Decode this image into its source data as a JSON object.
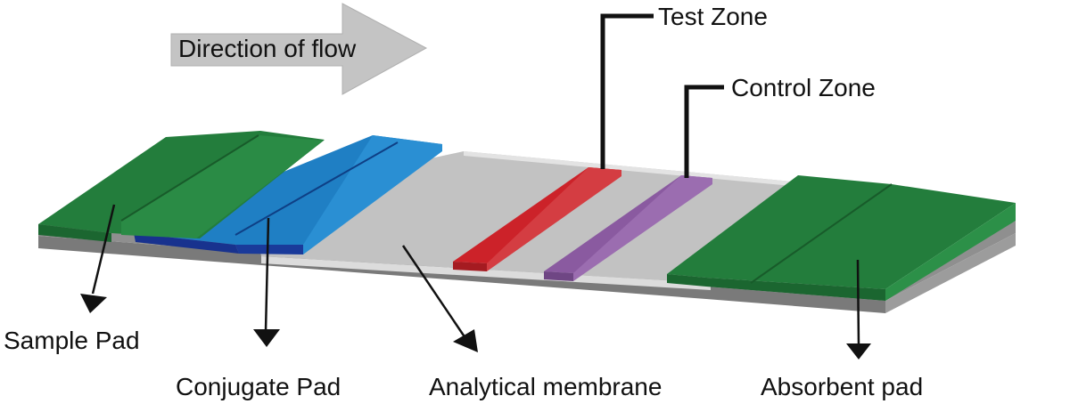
{
  "flow_arrow": {
    "label": "Direction of flow",
    "fill_color": "#c4c4c4"
  },
  "zones": {
    "test": {
      "label": "Test Zone",
      "color": "#cc2229"
    },
    "control": {
      "label": "Control Zone",
      "color": "#8a5aa0"
    }
  },
  "components": {
    "sample_pad": {
      "label": "Sample Pad",
      "color": "#237d3c"
    },
    "conjugate_pad": {
      "label": "Conjugate Pad",
      "color": "#1f7fc4"
    },
    "membrane": {
      "label": "Analytical membrane",
      "color": "#c2c2c2"
    },
    "absorbent_pad": {
      "label": "Absorbent pad",
      "color": "#237d3c"
    }
  }
}
